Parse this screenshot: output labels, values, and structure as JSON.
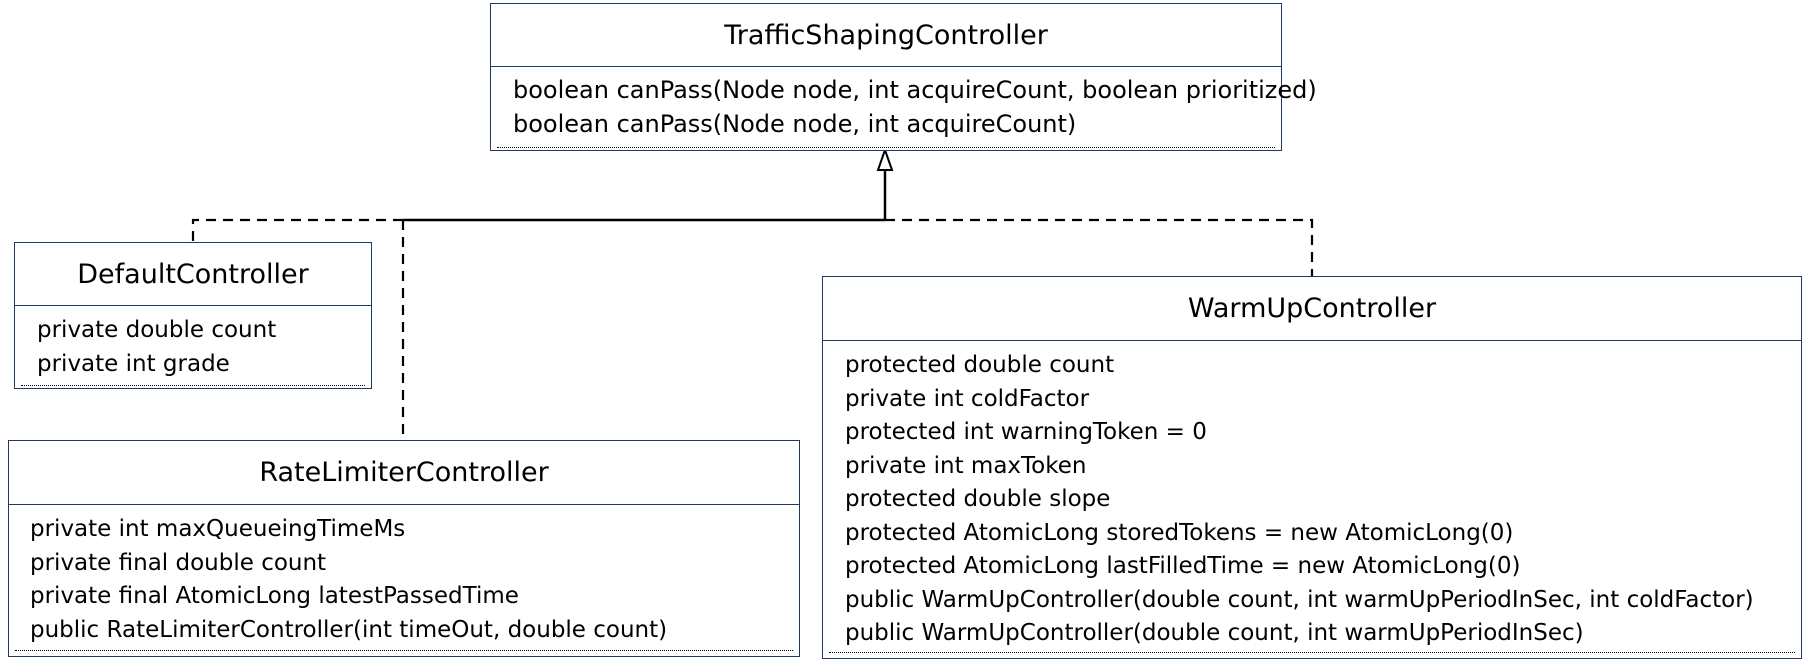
{
  "diagram": {
    "traffic_shaping_controller": {
      "name": "TrafficShapingController",
      "members": [
        "boolean canPass(Node node, int acquireCount, boolean prioritized)",
        "boolean canPass(Node node, int acquireCount)"
      ]
    },
    "default_controller": {
      "name": "DefaultController",
      "members": [
        "private double count",
        "private int grade"
      ]
    },
    "rate_limiter_controller": {
      "name": "RateLimiterController",
      "members": [
        "private int maxQueueingTimeMs",
        "private final double count",
        "private final AtomicLong latestPassedTime",
        "public RateLimiterController(int timeOut, double count)"
      ]
    },
    "warm_up_controller": {
      "name": "WarmUpController",
      "members": [
        "protected double count",
        "private int coldFactor",
        "protected int warningToken = 0",
        "private int maxToken",
        "protected double slope",
        "protected AtomicLong storedTokens = new AtomicLong(0)",
        "protected AtomicLong lastFilledTime = new AtomicLong(0)",
        "public WarmUpController(double count, int warmUpPeriodInSec, int coldFactor)",
        "public WarmUpController(double count, int warmUpPeriodInSec)"
      ]
    }
  }
}
